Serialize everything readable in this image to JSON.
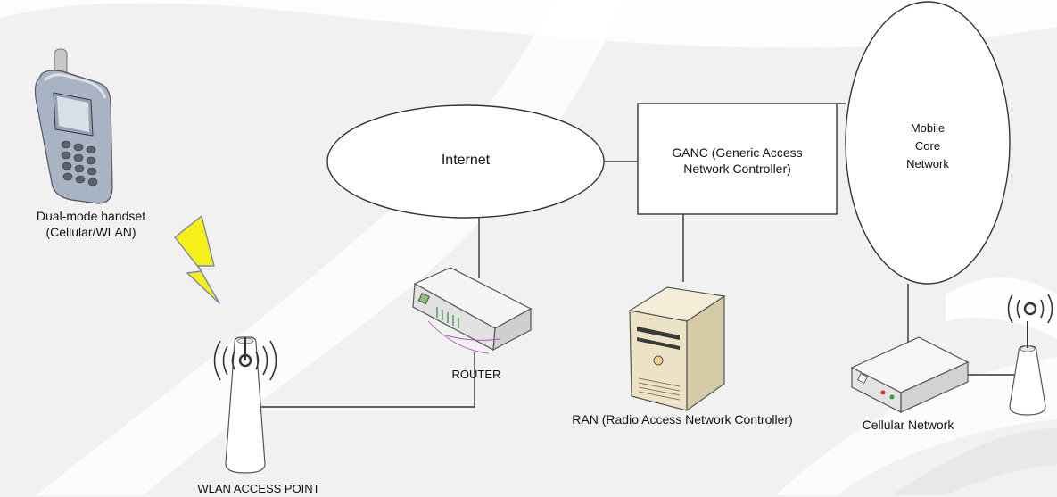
{
  "nodes": {
    "handset": {
      "line1": "Dual-mode handset",
      "line2": "(Cellular/WLAN)"
    },
    "internet": {
      "label": "Internet"
    },
    "ganc": {
      "line1": "GANC (Generic Access",
      "line2": "Network Controller)"
    },
    "core": {
      "line1": "Mobile",
      "line2": "Core",
      "line3": "Network"
    },
    "router": {
      "label": "ROUTER"
    },
    "ran": {
      "label": "RAN (Radio Access Network Controller)"
    },
    "cellular": {
      "label": "Cellular Network"
    },
    "wlan_ap": {
      "label": "WLAN ACCESS POINT"
    }
  },
  "colors": {
    "line": "#333333",
    "bolt": "#f5ef1a",
    "phone_body": "#9aa6b6",
    "device_body": "#e9e9e9"
  }
}
